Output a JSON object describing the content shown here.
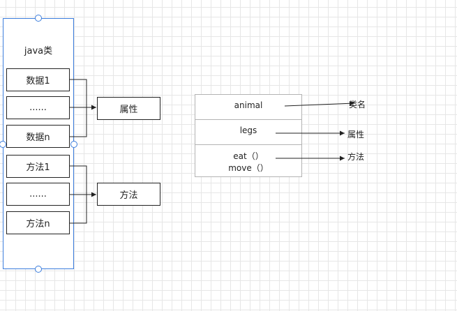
{
  "left_container": {
    "title": "java类",
    "data_items": [
      "数据1",
      "......",
      "数据n"
    ],
    "method_items": [
      "方法1",
      "......",
      "方法n"
    ]
  },
  "targets": {
    "properties": "属性",
    "methods": "方法"
  },
  "uml_class": {
    "name": "animal",
    "attribute": "legs",
    "method_1": "eat（）",
    "method_2": "move（）"
  },
  "uml_annotations": {
    "class_name": "类名",
    "properties": "属性",
    "methods": "方法"
  },
  "colors": {
    "selection": "#3b7ddd",
    "grid": "#e6e6e6",
    "stroke": "#222222",
    "uml_border": "#b3b3b3"
  }
}
